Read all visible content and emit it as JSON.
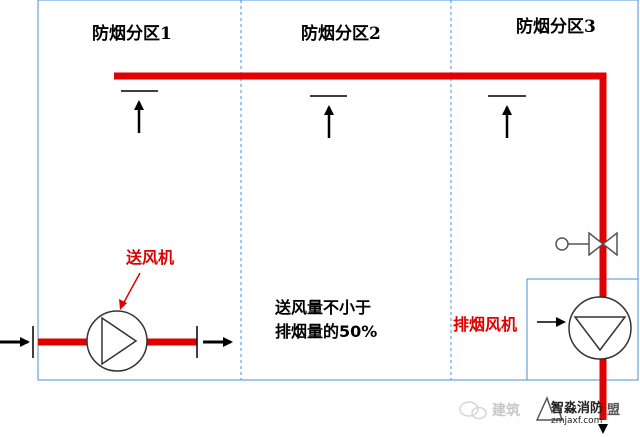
{
  "zones": [
    {
      "label": "防烟分区1"
    },
    {
      "label": "防烟分区2"
    },
    {
      "label": "防烟分区3"
    }
  ],
  "labels": {
    "supply_fan": "送风机",
    "exhaust_fan": "排烟风机",
    "note_line1": "送风量不小于",
    "note_line2": "排烟量的50%"
  },
  "watermark": {
    "text1": "建筑",
    "text2": "智淼消防",
    "text3": "盟",
    "url": "zmjaxf.com"
  },
  "colors": {
    "duct": "#e00000",
    "zone_border": "#4a90d9",
    "arrow": "#000000"
  }
}
